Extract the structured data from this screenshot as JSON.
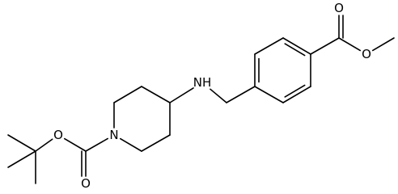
{
  "colors": {
    "background": "#ffffff",
    "bond": "#000000",
    "label": "#000000"
  },
  "structure": {
    "atoms": {
      "tbu_me1": "",
      "tbu_me2": "",
      "tbu_me3": "",
      "tbu_c": "",
      "ester_o": "O",
      "carbamate_c": "",
      "carbonyl_o_left": "O",
      "pip_n": "N",
      "pip_c2": "",
      "pip_c3": "",
      "pip_c4": "",
      "pip_c5": "",
      "pip_c6": "",
      "amine_nh": "NH",
      "ch2": "",
      "ar_c1": "",
      "ar_c2": "",
      "ar_c3": "",
      "ar_c4": "",
      "ar_c5": "",
      "ar_c6": "",
      "ester_c": "",
      "carbonyl_o_right": "O",
      "ester_o_right": "O",
      "methyl": ""
    },
    "bonds": [
      {
        "a": "tbu_me1",
        "b": "tbu_c",
        "order": 1
      },
      {
        "a": "tbu_me2",
        "b": "tbu_c",
        "order": 1
      },
      {
        "a": "tbu_me3",
        "b": "tbu_c",
        "order": 1
      },
      {
        "a": "tbu_c",
        "b": "ester_o",
        "order": 1
      },
      {
        "a": "ester_o",
        "b": "carbamate_c",
        "order": 1
      },
      {
        "a": "carbamate_c",
        "b": "carbonyl_o_left",
        "order": 2
      },
      {
        "a": "carbamate_c",
        "b": "pip_n",
        "order": 1
      },
      {
        "a": "pip_n",
        "b": "pip_c2",
        "order": 1
      },
      {
        "a": "pip_c2",
        "b": "pip_c3",
        "order": 1
      },
      {
        "a": "pip_c3",
        "b": "pip_c4",
        "order": 1
      },
      {
        "a": "pip_c4",
        "b": "pip_c5",
        "order": 1
      },
      {
        "a": "pip_c5",
        "b": "pip_c6",
        "order": 1
      },
      {
        "a": "pip_c6",
        "b": "pip_n",
        "order": 1
      },
      {
        "a": "pip_c4",
        "b": "amine_nh",
        "order": 1
      },
      {
        "a": "amine_nh",
        "b": "ch2",
        "order": 1
      },
      {
        "a": "ch2",
        "b": "ar_c1",
        "order": 1
      },
      {
        "a": "ar_c1",
        "b": "ar_c2",
        "order": 2
      },
      {
        "a": "ar_c2",
        "b": "ar_c3",
        "order": 1
      },
      {
        "a": "ar_c3",
        "b": "ar_c4",
        "order": 2
      },
      {
        "a": "ar_c4",
        "b": "ar_c5",
        "order": 1
      },
      {
        "a": "ar_c5",
        "b": "ar_c6",
        "order": 2
      },
      {
        "a": "ar_c6",
        "b": "ar_c1",
        "order": 1
      },
      {
        "a": "ar_c4",
        "b": "ester_c",
        "order": 1
      },
      {
        "a": "ester_c",
        "b": "carbonyl_o_right",
        "order": 2
      },
      {
        "a": "ester_c",
        "b": "ester_o_right",
        "order": 1
      },
      {
        "a": "ester_o_right",
        "b": "methyl",
        "order": 1
      }
    ]
  }
}
